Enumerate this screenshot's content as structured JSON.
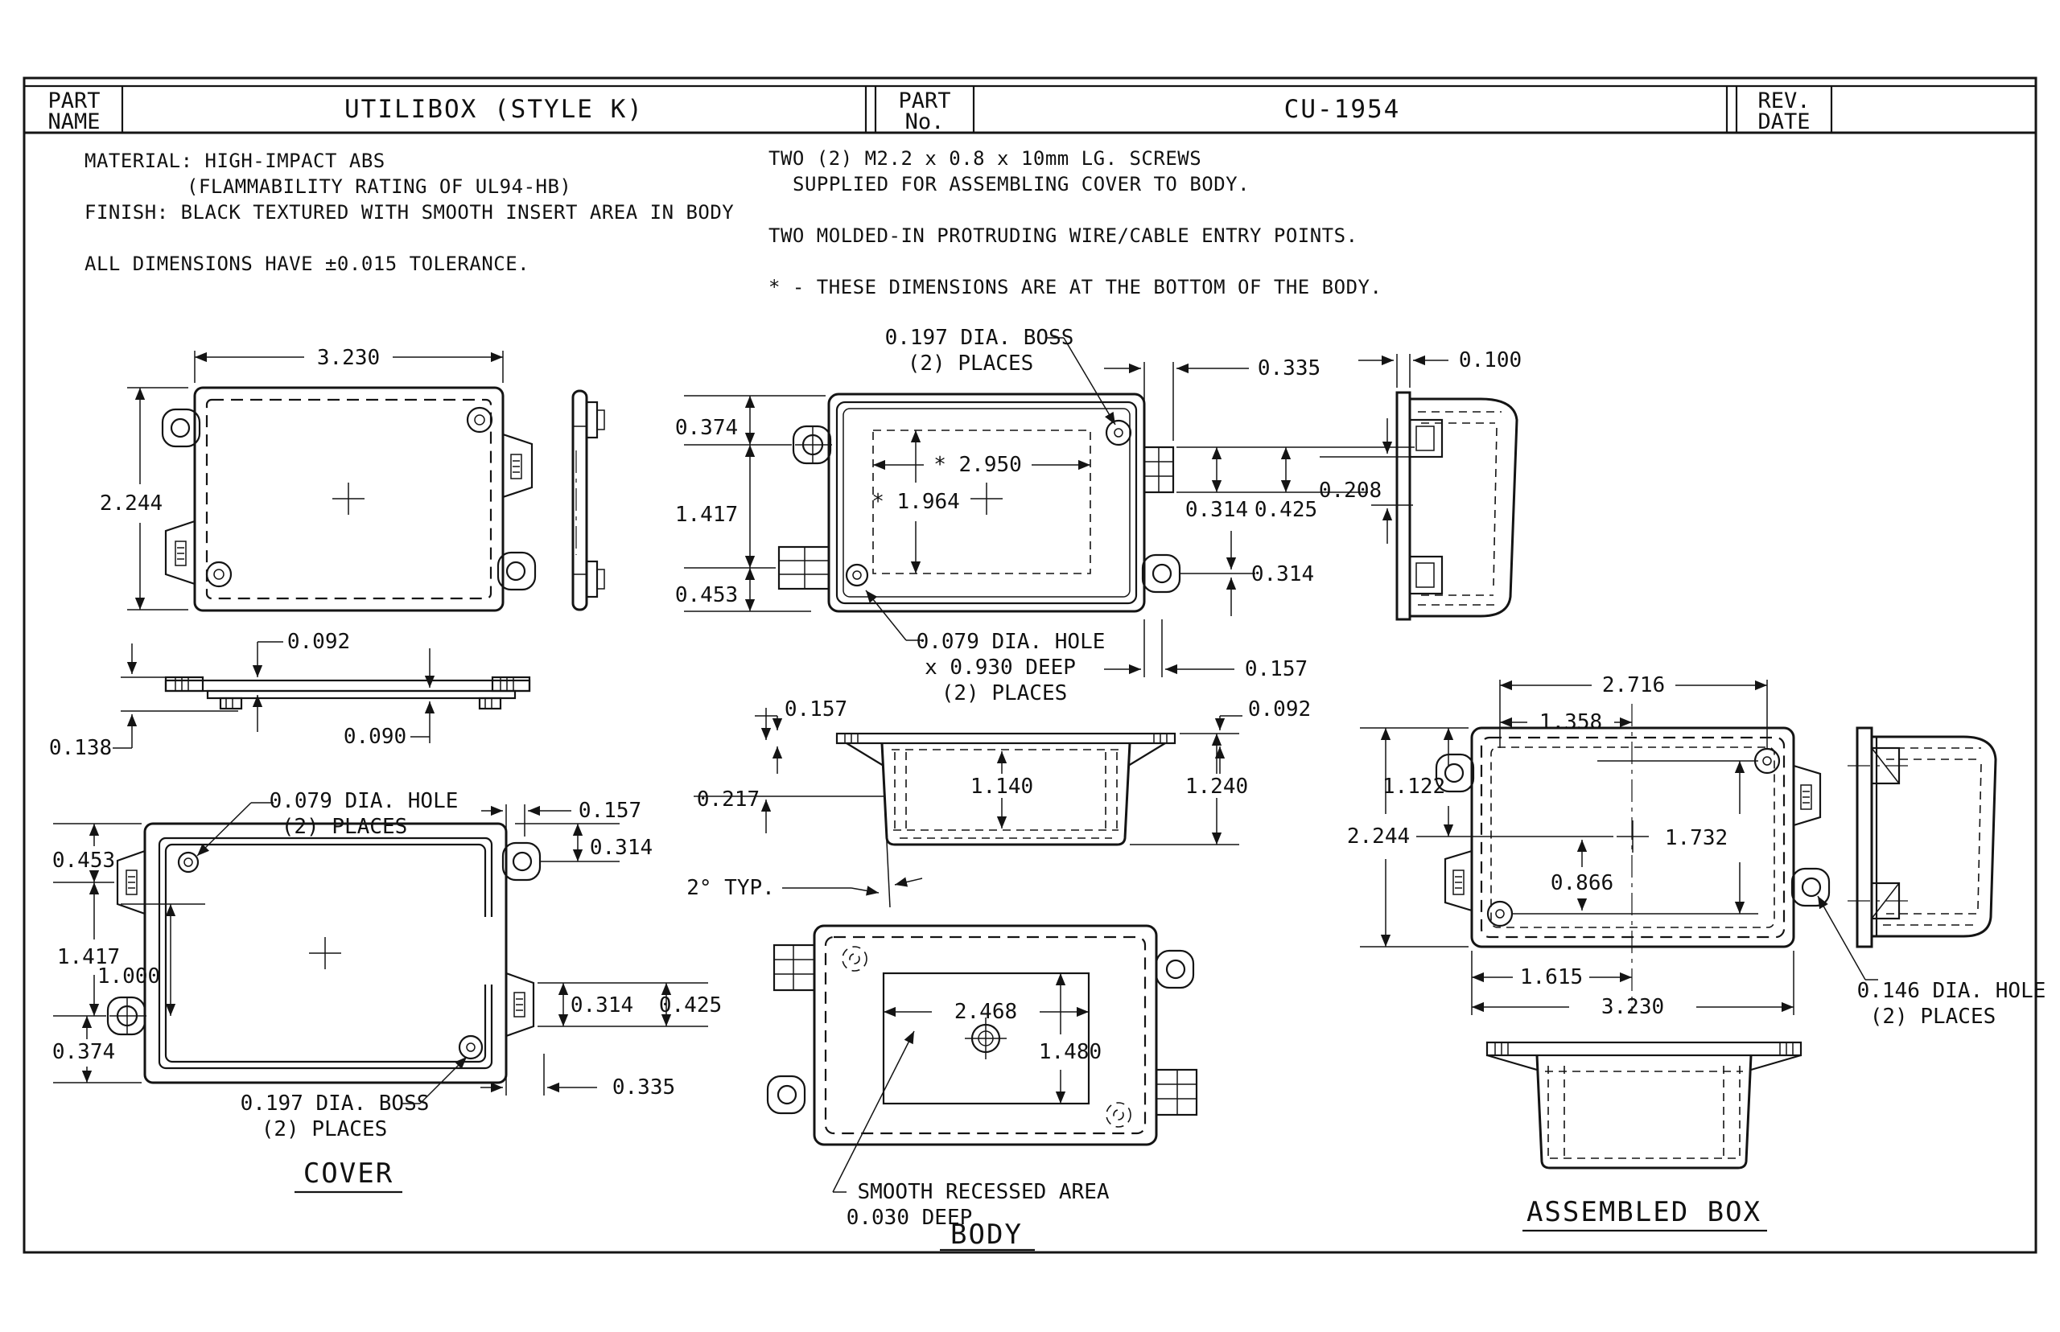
{
  "title_block": {
    "part_name_label": [
      "PART",
      "NAME"
    ],
    "part_name": "UTILIBOX (STYLE K)",
    "part_no_label": [
      "PART",
      "No."
    ],
    "part_no": "CU-1954",
    "rev_date_label": [
      "REV.",
      "DATE"
    ]
  },
  "notes_left": [
    "MATERIAL: HIGH-IMPACT ABS",
    "(FLAMMABILITY RATING OF UL94-HB)",
    "FINISH: BLACK TEXTURED WITH SMOOTH INSERT AREA IN BODY",
    "ALL DIMENSIONS HAVE ±0.015 TOLERANCE."
  ],
  "notes_right": [
    "TWO (2) M2.2 x 0.8 x 10mm LG. SCREWS",
    "SUPPLIED FOR ASSEMBLING COVER TO BODY.",
    "TWO MOLDED-IN PROTRUDING WIRE/CABLE ENTRY POINTS.",
    "* - THESE DIMENSIONS ARE AT THE BOTTOM OF THE BODY."
  ],
  "cover_top": {
    "dims": {
      "width": "3.230",
      "height": "2.244"
    }
  },
  "cover_section": {
    "dims": {
      "thickness": "0.092",
      "height": "0.138",
      "rail": "0.090"
    }
  },
  "cover_inside": {
    "title": "COVER",
    "hole_note": [
      "0.079 DIA. HOLE",
      "(2) PLACES"
    ],
    "boss_note": [
      "0.197 DIA. BOSS",
      "(2) PLACES"
    ],
    "dims": {
      "d157": "0.157",
      "d453": "0.453",
      "d1417": "1.417",
      "d1000": "1.000",
      "d374": "0.374",
      "d314a": "0.314",
      "d314b": "0.314",
      "d425": "0.425",
      "d335": "0.335"
    }
  },
  "body_top": {
    "boss_note": [
      "0.197 DIA. BOSS",
      "(2) PLACES"
    ],
    "hole_note": [
      "0.079 DIA. HOLE",
      "x 0.930 DEEP",
      "(2) PLACES"
    ],
    "dims": {
      "d335": "0.335",
      "d374": "0.374",
      "d1417": "1.417",
      "d453": "0.453",
      "w": "* 2.950",
      "h": "* 1.964",
      "d314a": "0.314",
      "d425": "0.425",
      "d314b": "0.314",
      "d157": "0.157"
    }
  },
  "body_side": {
    "dims": {
      "d100": "0.100",
      "d208": "0.208"
    }
  },
  "body_section": {
    "dims": {
      "d157": "0.157",
      "d217": "0.217",
      "d1140": "1.140",
      "d1240": "1.240",
      "d092": "0.092",
      "draft": "2° TYP."
    }
  },
  "body_bottom": {
    "title": "BODY",
    "recess_note": [
      "SMOOTH RECESSED AREA",
      "0.030 DEEP"
    ],
    "dims": {
      "w": "2.468",
      "h": "1.480"
    }
  },
  "assembled": {
    "title": "ASSEMBLED BOX",
    "hole_note": [
      "0.146 DIA. HOLE",
      "(2) PLACES"
    ],
    "dims": {
      "d2716": "2.716",
      "d1358": "1.358",
      "d1122": "1.122",
      "d2244": "2.244",
      "d1732": "1.732",
      "d866": "0.866",
      "d1615": "1.615",
      "d3230": "3.230"
    }
  }
}
